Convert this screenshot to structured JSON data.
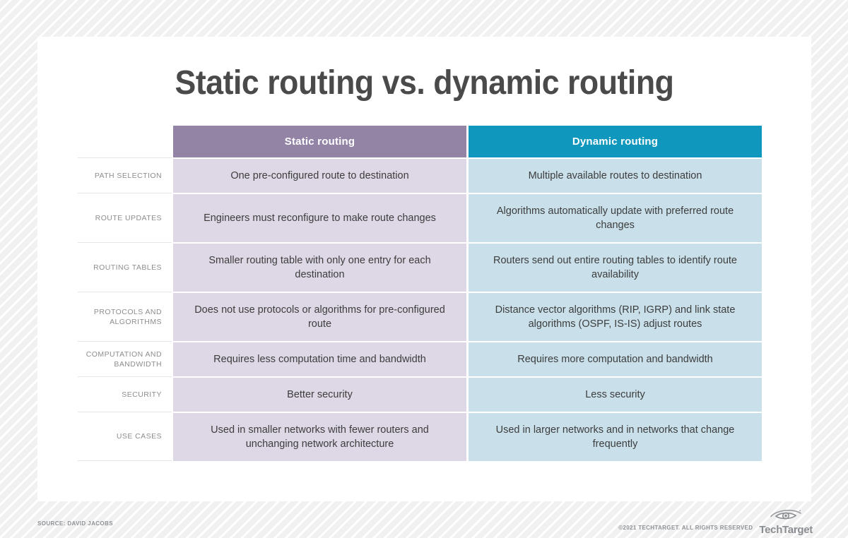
{
  "page": {
    "title": "Static routing vs. dynamic routing"
  },
  "table": {
    "columns": [
      {
        "key": "label",
        "label": ""
      },
      {
        "key": "static",
        "label": "Static routing",
        "color": "#9384a6"
      },
      {
        "key": "dynamic",
        "label": "Dynamic routing",
        "color": "#0f97bd"
      }
    ],
    "row_labels": [
      "PATH SELECTION",
      "ROUTE UPDATES",
      "ROUTING TABLES",
      "PROTOCOLS AND ALGORITHMS",
      "COMPUTATION AND BANDWIDTH",
      "SECURITY",
      "USE CASES"
    ],
    "rows": [
      {
        "label": "PATH SELECTION",
        "static": "One pre-configured route to destination",
        "dynamic": "Multiple available routes to destination"
      },
      {
        "label": "ROUTE UPDATES",
        "static": "Engineers must reconfigure to make route changes",
        "dynamic": "Algorithms automatically update with preferred route changes"
      },
      {
        "label": "ROUTING TABLES",
        "static": "Smaller routing table with only one entry for each destination",
        "dynamic": "Routers send out entire routing tables to identify route availability"
      },
      {
        "label": "PROTOCOLS AND ALGORITHMS",
        "static": "Does not use protocols or algorithms for pre-configured route",
        "dynamic": "Distance vector algorithms (RIP, IGRP) and link state algorithms (OSPF, IS-IS) adjust routes"
      },
      {
        "label": "COMPUTATION AND BANDWIDTH",
        "static": "Requires less computation time and bandwidth",
        "dynamic": "Requires more computation and bandwidth"
      },
      {
        "label": "SECURITY",
        "static": "Better security",
        "dynamic": "Less security"
      },
      {
        "label": "USE CASES",
        "static": "Used in smaller networks with fewer routers and unchanging network architecture",
        "dynamic": "Used in larger networks and in networks that change frequently"
      }
    ]
  },
  "footer": {
    "source": "SOURCE: DAVID JACOBS",
    "copyright": "©2021 TECHTARGET. ALL RIGHTS RESERVED",
    "logo_text": "TechTarget",
    "logo_icon": "eye-icon"
  },
  "theme": {
    "static_header": "#9384a6",
    "dynamic_header": "#0f97bd",
    "static_cell": "#ded8e6",
    "dynamic_cell": "#c9e0ea",
    "title_color": "#4a4a4a",
    "body_text": "#3d3d3d",
    "label_text": "#8d8d8d"
  }
}
